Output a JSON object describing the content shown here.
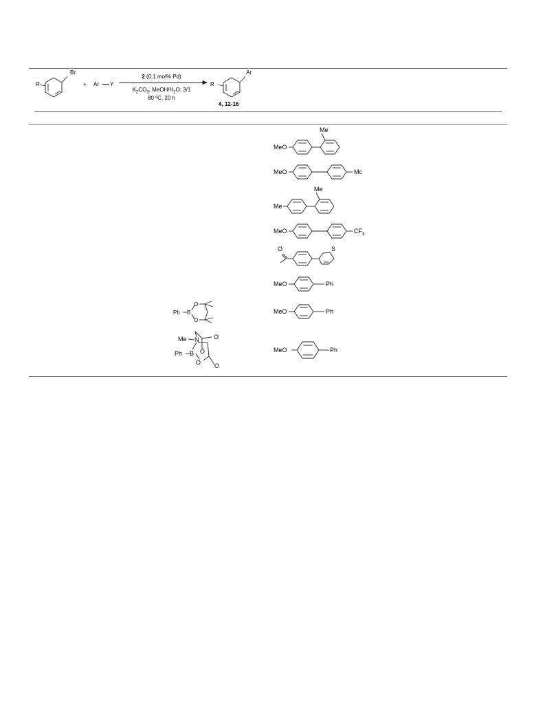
{
  "scheme": {
    "reactant_sub": "R",
    "reactant_br": "Br",
    "plus": "+",
    "ar_y": "Ar",
    "ar_y_dash": "Y",
    "cond_line1_bold": "2",
    "cond_line1_rest": " (0.1 mol% Pd)",
    "cond_line2_a": "K",
    "cond_line2_s1": "2",
    "cond_line2_b": "CO",
    "cond_line2_s2": "3",
    "cond_line2_c": ", MeOH/H",
    "cond_line2_s3": "2",
    "cond_line2_d": "O: 3/1",
    "cond_line3": "80 ºC, 20 h",
    "product_sub": "R",
    "product_ar": "Ar",
    "product_label": "4, 12-16"
  },
  "rows": [
    {
      "left": "MeO",
      "right": "",
      "top": "Me"
    },
    {
      "left": "MeO",
      "right": "Mc"
    },
    {
      "left": "Me",
      "right": "",
      "top": "Me"
    },
    {
      "left": "MeO",
      "right": "CF",
      "right_sub": "3"
    },
    {
      "left": "O",
      "right": "S"
    },
    {
      "left": "MeO",
      "right": "Ph"
    },
    {
      "left": "MeO",
      "right": "Ph",
      "boron_ph": "Ph",
      "boron_b": "B",
      "boron_o1": "O",
      "boron_o2": "O"
    },
    {
      "left": "MeO",
      "right": "Ph",
      "mida_me": "Me",
      "mida_n": "N",
      "mida_ph": "Ph",
      "mida_b": "B",
      "mida_o1": "O",
      "mida_o2": "O",
      "mida_o3": "O",
      "mida_o4": "O"
    }
  ]
}
